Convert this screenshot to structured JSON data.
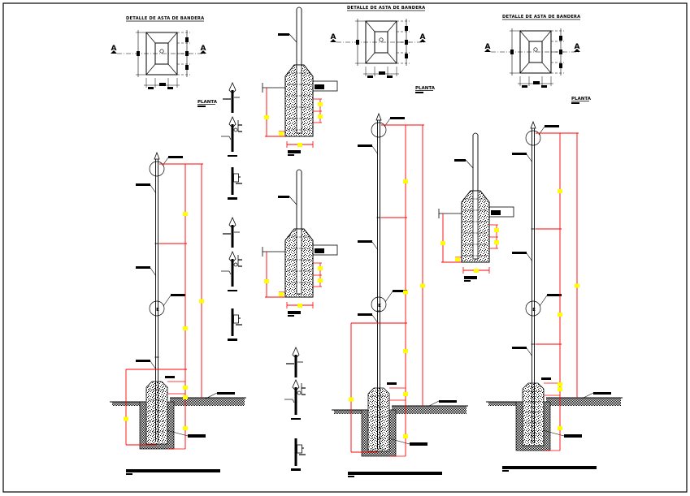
{
  "drawing": {
    "type": "CAD structural detail sheet",
    "subject": "Flagpole (asta de bandera) foundation and elevation details",
    "colors": {
      "linework": "#000000",
      "dimension": "#ff0000",
      "dimension_text": "#ffff00",
      "background": "#ffffff"
    }
  },
  "plan_details": [
    {
      "title": "DETALLE DE ASTA DE BANDERA",
      "plan_label": "PLANTA",
      "section_marker": "A"
    },
    {
      "title": "DETALLE DE ASTA DE BANDERA",
      "plan_label": "PLANTA",
      "section_marker": "A"
    },
    {
      "title": "DETALLE DE ASTA DE BANDERA",
      "plan_label": "PLANTA",
      "section_marker": "A"
    }
  ],
  "elevations": [
    {
      "name": "flagpole-left",
      "ornament_circle_label": "E"
    },
    {
      "name": "flagpole-center",
      "ornament_circle_label": "E"
    },
    {
      "name": "flagpole-right",
      "ornament_circle_label": "E"
    }
  ],
  "footing_sections": [
    {
      "name": "footing-section-top"
    },
    {
      "name": "footing-section-middle"
    },
    {
      "name": "footing-section-right"
    }
  ]
}
